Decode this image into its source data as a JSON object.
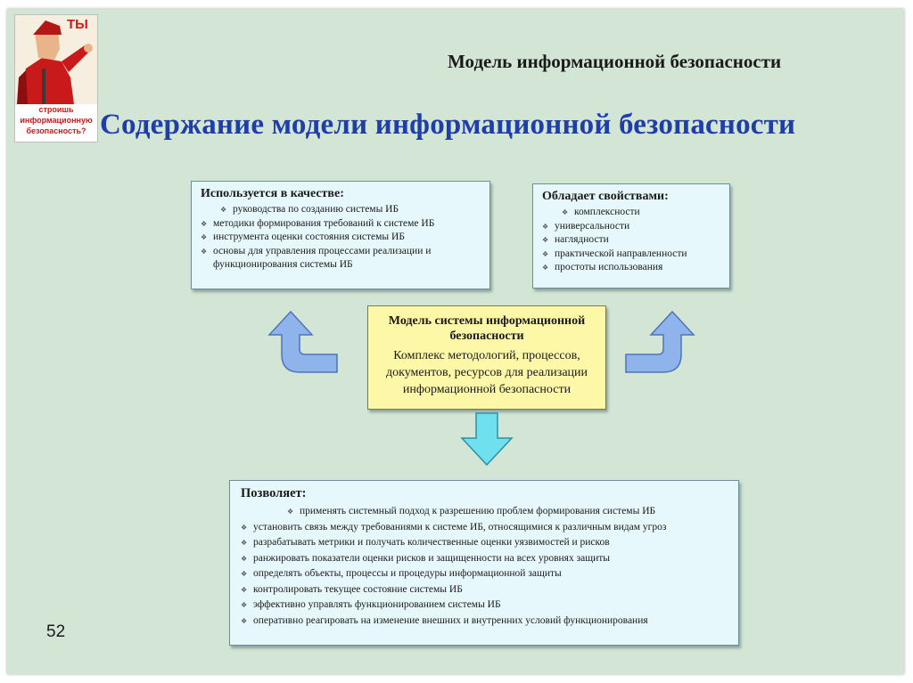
{
  "poster": {
    "big_text": "ТЫ",
    "line1": "строишь",
    "line2": "информационную",
    "line3": "безопасность?"
  },
  "header": {
    "title": "Модель информационной безопасности"
  },
  "main_title": "Содержание модели информационной безопасности",
  "uses_box": {
    "title": "Используется в качестве:",
    "items": [
      "руководства по созданию системы ИБ",
      "методики формирования требований к системе ИБ",
      "инструмента оценки состояния системы ИБ",
      "основы для управления процессами реализации и функционирования системы ИБ"
    ]
  },
  "props_box": {
    "title": "Обладает свойствами:",
    "items": [
      "комплексности",
      "универсальности",
      "наглядности",
      "практической направленности",
      "простоты использования"
    ]
  },
  "center_box": {
    "title": "Модель системы информационной безопасности",
    "description": "Комплекс методологий, процессов, документов, ресурсов для реализации информационной безопасности"
  },
  "allows_box": {
    "title": "Позволяет:",
    "items": [
      "применять системный подход к разрешению проблем формирования системы ИБ",
      "установить связь между требованиями к системе ИБ, относящимися к различным видам угроз",
      "разрабатывать метрики и получать количественные оценки уязвимостей и рисков",
      "ранжировать показатели оценки рисков и защищенности на всех уровнях защиты",
      "определять объекты, процессы и процедуры информационной защиты",
      "контролировать текущее состояние системы ИБ",
      "эффективно управлять функционированием системы ИБ",
      "оперативно реагировать на изменение внешних и внутренних условий функционирования"
    ]
  },
  "page_number": "52",
  "colors": {
    "slide_background": "#d3e6d5",
    "title_blue": "#1f3ea8",
    "box_fill": "#e6f8fb",
    "center_fill": "#fdf7a8",
    "arrow_blue": "#8fb4ec",
    "arrow_down": "#6fe0ee",
    "poster_red": "#d01818"
  }
}
